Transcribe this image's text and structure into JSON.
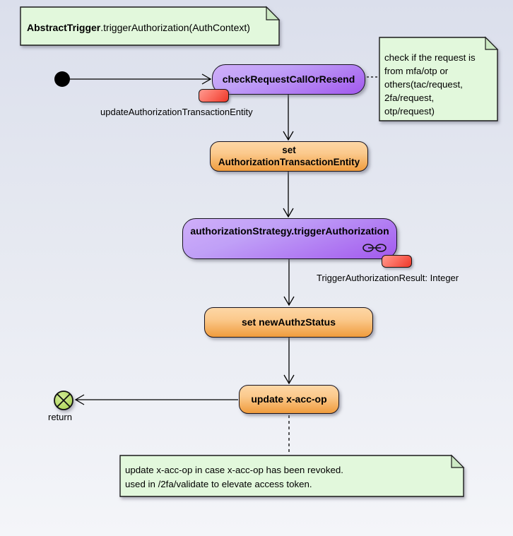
{
  "diagram": {
    "title": {
      "method_owner": "AbstractTrigger",
      "method_rest": ".triggerAuthorization(AuthContext)"
    },
    "activities": {
      "check_request": "checkRequestCallOrResend",
      "set_ate_line1": "set",
      "set_ate_line2": "AuthorizationTransactionEntity",
      "trigger_authorization": "authorizationStrategy.triggerAuthorization",
      "set_new_authz_status": "set newAuthzStatus",
      "update_x_acc_op": "update x-acc-op"
    },
    "edge_labels": {
      "update_authorization_transaction_entity": "updateAuthorizationTransactionEntity",
      "trigger_authorization_result": "TriggerAuthorizationResult: Integer"
    },
    "terminals": {
      "start": "initial-node",
      "return_label": "return"
    },
    "notes": {
      "request_source_lines": [
        "check if the request is",
        "from mfa/otp or",
        "others(tac/request,",
        "2fa/request,",
        "otp/request)"
      ],
      "x_acc_op_lines": [
        "update x-acc-op in case x-acc-op has been revoked.",
        "used in /2fa/validate to elevate access token."
      ]
    },
    "icons": {
      "procedure_icon": "linked-double-circle"
    },
    "colors": {
      "note_fill": "#e2f8dc",
      "note_fold": "#cdeac4",
      "activity_purple_top": "#cfaef9",
      "activity_purple_bottom": "#a259ee",
      "activity_orange_top": "#fdd7a6",
      "activity_orange_bottom": "#f09c3d",
      "signal_red_top": "#ff9a90",
      "signal_red_bottom": "#ee3729",
      "start_node": "#000000",
      "return_node_fill": "#b5da69",
      "edge_stroke": "#000000",
      "background_top": "#dbdfec",
      "background_bottom": "#f4f5f9"
    }
  }
}
